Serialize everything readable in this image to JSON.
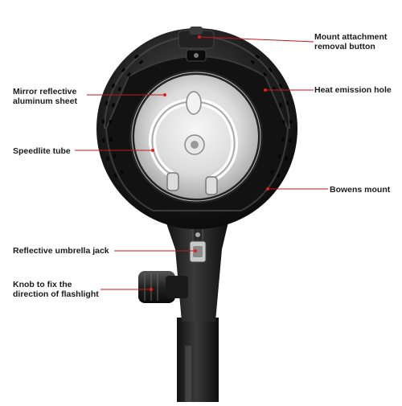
{
  "labels": {
    "mount_button": "Mount attachment\nremoval button",
    "heat_hole": "Heat emission hole",
    "mirror_sheet": "Mirror reflective\naluminum sheet",
    "speedlite_tube": "Speedlite tube",
    "bowens_mount": "Bowens mount",
    "umbrella_jack": "Reflective umbrella jack",
    "knob": "Knob to fix the\ndirection of flashlight"
  },
  "colors": {
    "line": "#c4161c",
    "dot": "#e02020",
    "text": "#1b1b1b",
    "body_dark": "#1a1a1a",
    "reflector": "#d9d9d9"
  }
}
